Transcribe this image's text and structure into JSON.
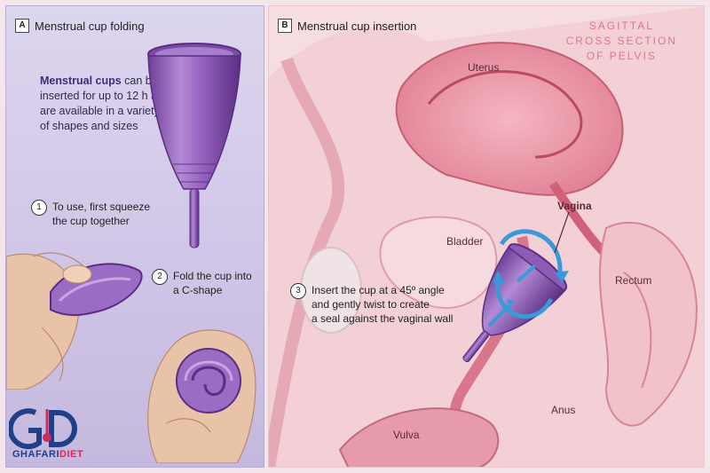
{
  "panel_a": {
    "letter": "A",
    "title": "Menstrual cup folding",
    "intro_bold": "Menstrual cups",
    "intro_rest_1": " can be",
    "intro_line_2": "inserted for up to 12 h and",
    "intro_line_3": "are available in a variety",
    "intro_line_4": "of shapes and sizes",
    "step1_num": "1",
    "step1_line1": "To use, first squeeze",
    "step1_line2": "the cup together",
    "step2_num": "2",
    "step2_line1": "Fold the cup into",
    "step2_line2": "a C-shape"
  },
  "panel_b": {
    "letter": "B",
    "title": "Menstrual cup insertion",
    "sagittal_1": "SAGITTAL",
    "sagittal_2": "CROSS SECTION",
    "sagittal_3": "OF PELVIS",
    "step3_num": "3",
    "step3_line1": "Insert the cup at a 45º angle",
    "step3_line2": "and gently twist to create",
    "step3_line3": "a seal against the vaginal wall",
    "labels": {
      "uterus": "Uterus",
      "vagina": "Vagina",
      "bladder": "Bladder",
      "rectum": "Rectum",
      "anus": "Anus",
      "vulva": "Vulva"
    }
  },
  "logo": {
    "part1": "GHAFARI",
    "part2": "DIET"
  },
  "colors": {
    "cup": "#8f5fb3",
    "arrow": "#3a9ad9",
    "tissue": "#e9a7b3",
    "panel_a_bg": "#d6cdeb"
  }
}
